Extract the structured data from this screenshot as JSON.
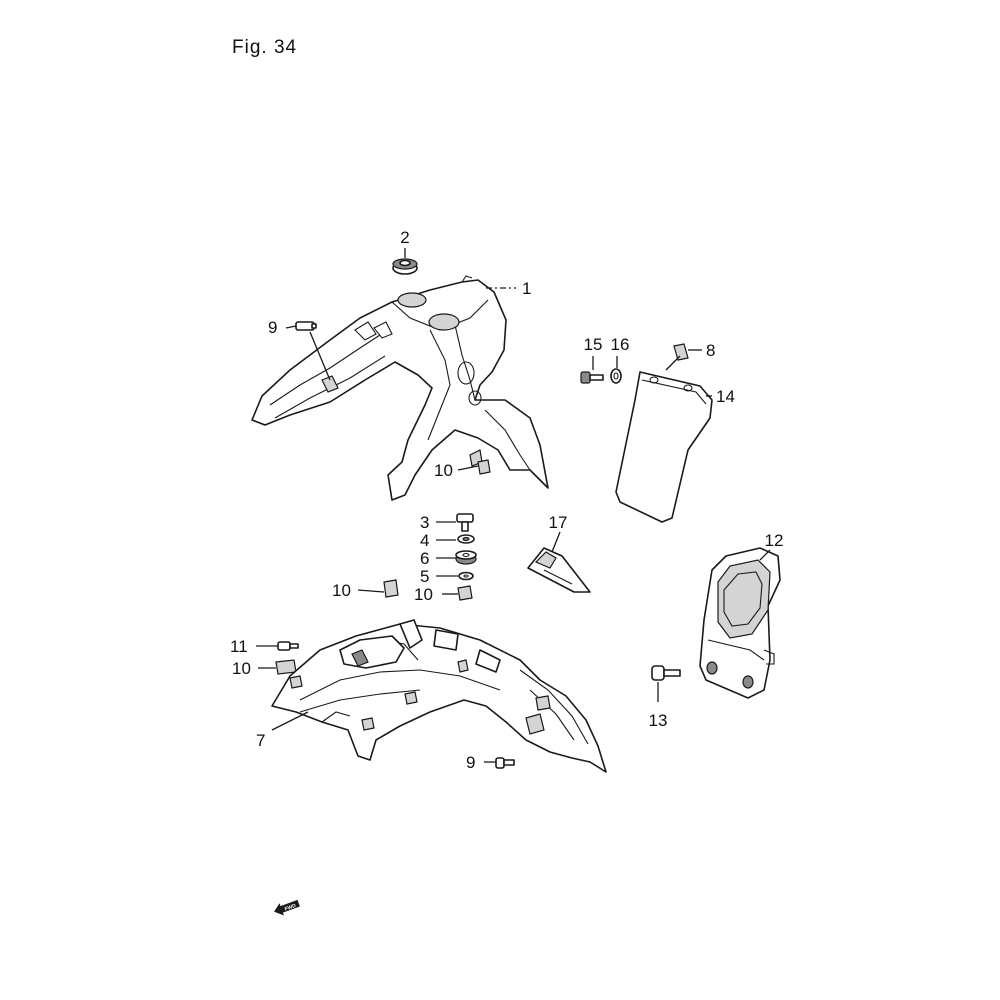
{
  "figure": {
    "title": "Fig. 34"
  },
  "callouts": [
    {
      "id": "c2",
      "text": "2"
    },
    {
      "id": "c1",
      "text": "1"
    },
    {
      "id": "c9a",
      "text": "9"
    },
    {
      "id": "c15",
      "text": "15"
    },
    {
      "id": "c16",
      "text": "16"
    },
    {
      "id": "c8",
      "text": "8"
    },
    {
      "id": "c14",
      "text": "14"
    },
    {
      "id": "c10a",
      "text": "10"
    },
    {
      "id": "c3",
      "text": "3"
    },
    {
      "id": "c17",
      "text": "17"
    },
    {
      "id": "c4",
      "text": "4"
    },
    {
      "id": "c12",
      "text": "12"
    },
    {
      "id": "c6",
      "text": "6"
    },
    {
      "id": "c5",
      "text": "5"
    },
    {
      "id": "c10b",
      "text": "10"
    },
    {
      "id": "c10c",
      "text": "10"
    },
    {
      "id": "c11",
      "text": "11"
    },
    {
      "id": "c10d",
      "text": "10"
    },
    {
      "id": "c13",
      "text": "13"
    },
    {
      "id": "c7",
      "text": "7"
    },
    {
      "id": "c9b",
      "text": "9"
    }
  ],
  "fwd_badge": {
    "text": "FWD",
    "icon": "fwd-arrow-icon"
  }
}
